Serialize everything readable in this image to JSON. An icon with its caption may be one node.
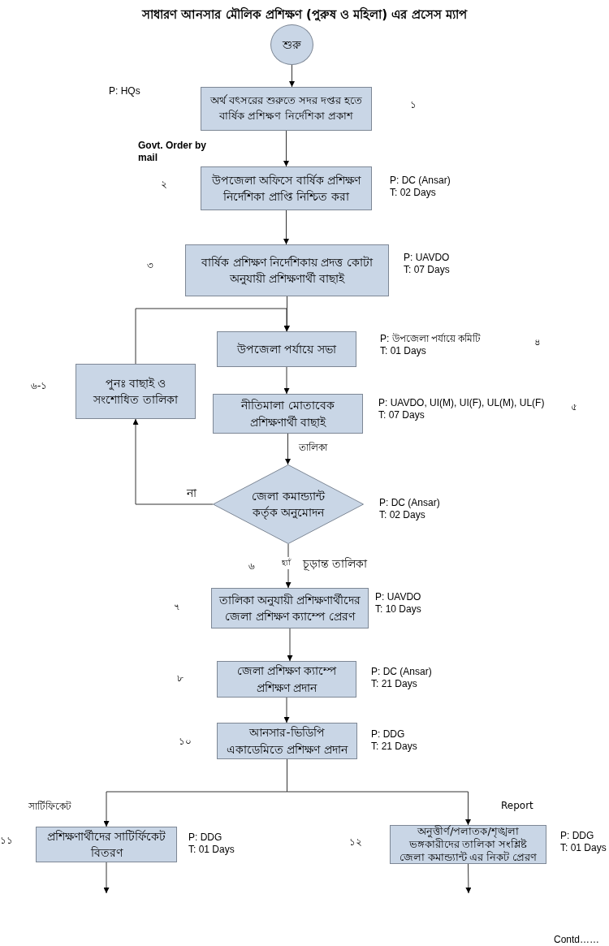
{
  "diagram": {
    "title": "সাধারণ আনসার মৌলিক প্রশিক্ষণ (পুরুষ ও মহিলা) এর প্রসেস ম্যাপ",
    "nodes": [
      {
        "text": [
          "শুরু"
        ]
      },
      {
        "text": [
          "অর্থ বৎসরের শুরুতে সদর দপ্তর হতে বার্ষিক প্রশিক্ষণ নির্দেশিকা প্রকাশ"
        ]
      },
      {
        "text": [
          "উপজেলা অফিসে বার্ষিক প্রশিক্ষণ নির্দেশিকা প্রাপ্তি নিশ্চিত করা"
        ],
        "beside": [
          "P: DC (Ansar)",
          "T: 02 Days"
        ]
      },
      {
        "text": [
          "বার্ষিক প্রশিক্ষণ নির্দেশিকায় প্রদত্ত কোটা অনুযায়ী প্রশিক্ষণার্থী বাছাই"
        ],
        "beside": [
          "P: UAVDO",
          "T: 07 Days"
        ]
      },
      {
        "text": [
          "উপজেলা পর্যায়ে সভা"
        ],
        "beside": [
          "P: উপজেলা পর্যায়ে কমিটি",
          "T: 01 Days"
        ]
      },
      {
        "text": [
          "নীতিমালা মোতাবেক প্রশিক্ষণার্থী বাছাই"
        ],
        "beside": [
          "P: UAVDO, UI(M), UI(F), UL(M), UL(F)",
          "T: 07 Days"
        ]
      },
      {
        "text": [
          "পুনঃ বাছাই ও সংশোধিত তালিকা"
        ]
      },
      {
        "text": [
          "জেলা কমান্ড্যান্ট কর্তৃক অনুমোদন"
        ],
        "beside": [
          "P: DC (Ansar)",
          "T: 02 Days"
        ]
      },
      {
        "text": [
          "তালিকা অনুযায়ী প্রশিক্ষণার্থীদের জেলা প্রশিক্ষণ ক্যাম্পে প্রেরণ"
        ],
        "beside": [
          "P: UAVDO",
          "T: 10 Days"
        ]
      },
      {
        "text": [
          "জেলা প্রশিক্ষণ ক্যাম্পে প্রশিক্ষণ প্রদান"
        ],
        "beside": [
          "P: DC (Ansar)",
          "T: 21 Days"
        ]
      },
      {
        "text": [
          "আনসার-ভিডিপি একাডেমিতে প্রশিক্ষণ প্রদান"
        ],
        "beside": [
          "P: DDG",
          "T: 21 Days"
        ]
      },
      {
        "text": [
          "প্রশিক্ষণার্থীদের সাটির্ফিকেট বিতরণ"
        ],
        "beside": [
          "P: DDG",
          "T: 01 Days"
        ]
      },
      {
        "text": [
          "অনুত্তীর্ণ/পলাতক/শৃঙ্খলা ভঙ্গকারীদের তালিকা সংশ্লিষ্ট জেলা কমান্ড্যান্ট এর নিকট প্রেরণ"
        ],
        "beside": [
          "P: DDG",
          "T: 01 Days"
        ]
      }
    ],
    "edges": [
      {
        "from": 0,
        "to": 1,
        "arrow": "to"
      },
      {
        "from": 1,
        "to": 2,
        "arrow": "to"
      },
      {
        "from": 2,
        "to": 3,
        "arrow": "to"
      },
      {
        "from": 3,
        "to": 4,
        "arrow": "to"
      },
      {
        "from": 4,
        "to": 5,
        "arrow": "to"
      },
      {
        "from": 5,
        "to": 7,
        "arrow": "to",
        "label": "তালিকা"
      },
      {
        "from": 7,
        "to": 6,
        "arrow": "to",
        "label": "না"
      },
      {
        "from": 6,
        "to": 4,
        "arrow": "to"
      },
      {
        "from": 7,
        "to": 8,
        "arrow": "to",
        "label": "হ্যাঁ"
      },
      {
        "from": 8,
        "to": 9,
        "arrow": "to"
      },
      {
        "from": 9,
        "to": 10,
        "arrow": "to"
      },
      {
        "from": 10,
        "to": 11,
        "arrow": "to",
        "label": "সার্টিফিকেট"
      },
      {
        "from": 10,
        "to": 12,
        "arrow": "to",
        "label": "Report"
      },
      {
        "from": 11,
        "to": null,
        "arrow": "to"
      },
      {
        "from": 12,
        "to": null,
        "arrow": "to"
      }
    ],
    "labels": [
      "P: HQs",
      "১",
      "Govt. Order by mail",
      "২",
      "৩",
      "৪",
      "৬-১",
      "৫",
      "৬",
      "চূড়ান্ত তালিকা",
      "৭",
      "৮",
      "১০",
      "১১",
      "১২",
      "Contd……"
    ]
  }
}
